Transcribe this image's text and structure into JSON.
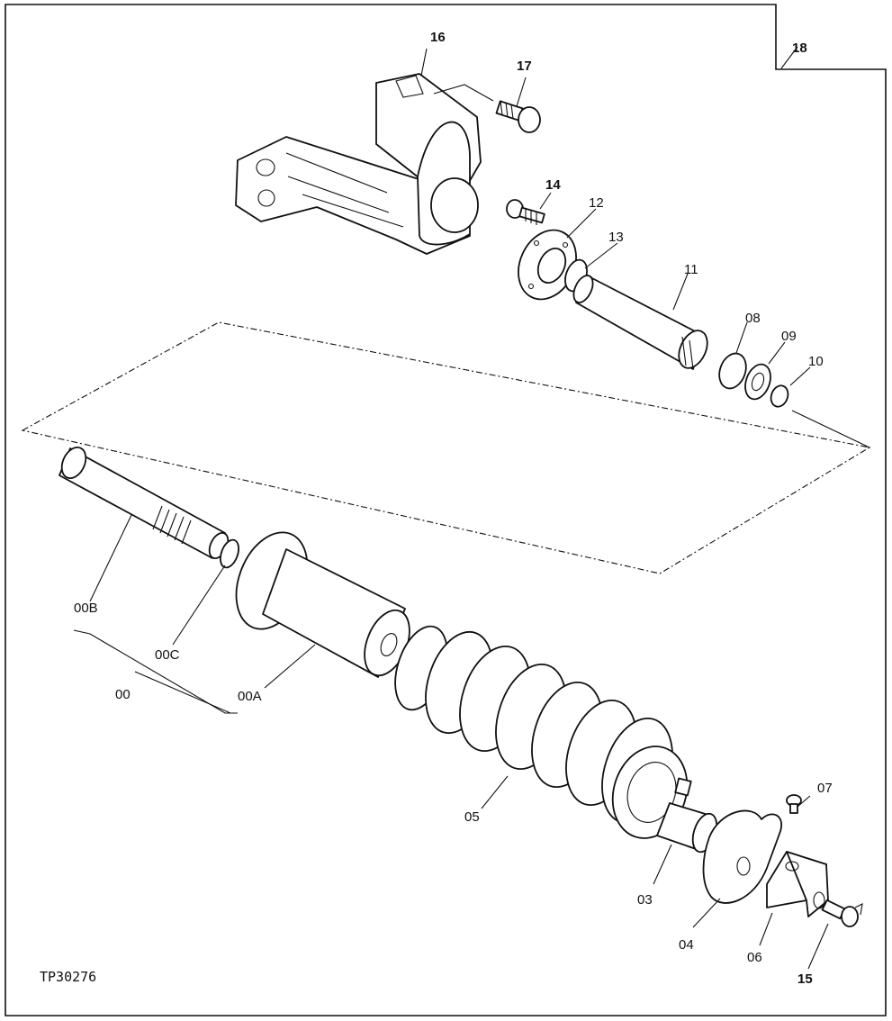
{
  "figure_ref": "TP30276",
  "callouts": {
    "c16": "16",
    "c17": "17",
    "c18": "18",
    "c14": "14",
    "c12": "12",
    "c13": "13",
    "c11": "11",
    "c08": "08",
    "c09": "09",
    "c10": "10",
    "c00B": "00B",
    "c00C": "00C",
    "c00": "00",
    "c00A": "00A",
    "c05": "05",
    "c07": "07",
    "c03": "03",
    "c04": "04",
    "c06": "06",
    "c15": "15"
  }
}
